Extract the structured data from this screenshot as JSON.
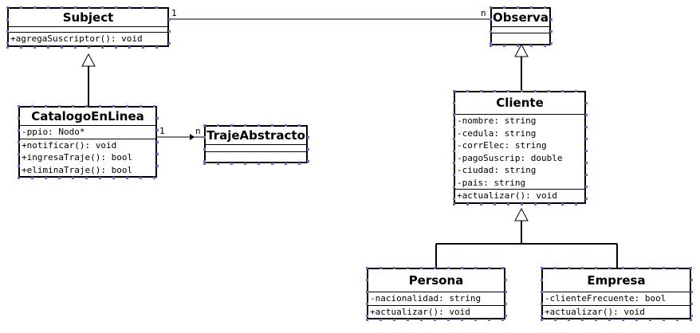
{
  "classes": {
    "subject": {
      "name": "Subject",
      "attributes": [],
      "operations": [
        "+agregaSuscriptor(): void"
      ]
    },
    "observa": {
      "name": "Observa",
      "attributes": [],
      "operations": []
    },
    "catalogo": {
      "name": "CatalogoEnLinea",
      "attributes": [
        "-ppio: Nodo*"
      ],
      "operations": [
        "+notificar(): void",
        "+ingresaTraje(): bool",
        "+eliminaTraje(): bool"
      ]
    },
    "traje": {
      "name": "TrajeAbstracto",
      "attributes": [],
      "operations": []
    },
    "cliente": {
      "name": "Cliente",
      "attributes": [
        "-nombre: string",
        "-cedula: string",
        "-corrElec: string",
        "-pagoSuscrip: double",
        "-ciudad: string",
        "-pais: string"
      ],
      "operations": [
        "+actualizar(): void"
      ]
    },
    "persona": {
      "name": "Persona",
      "attributes": [
        "-nacionalidad: string"
      ],
      "operations": [
        "+actualizar(): void"
      ]
    },
    "empresa": {
      "name": "Empresa",
      "attributes": [
        "-clienteFrecuente: bool"
      ],
      "operations": [
        "+actualizar(): void"
      ]
    }
  },
  "multiplicities": {
    "subject_observa_left": "1",
    "subject_observa_right": "n",
    "catalogo_traje_left": "1",
    "catalogo_traje_right": "n"
  },
  "colors": {
    "line": "#000000",
    "handle": "#6b6bd6",
    "background": "#ffffff"
  }
}
